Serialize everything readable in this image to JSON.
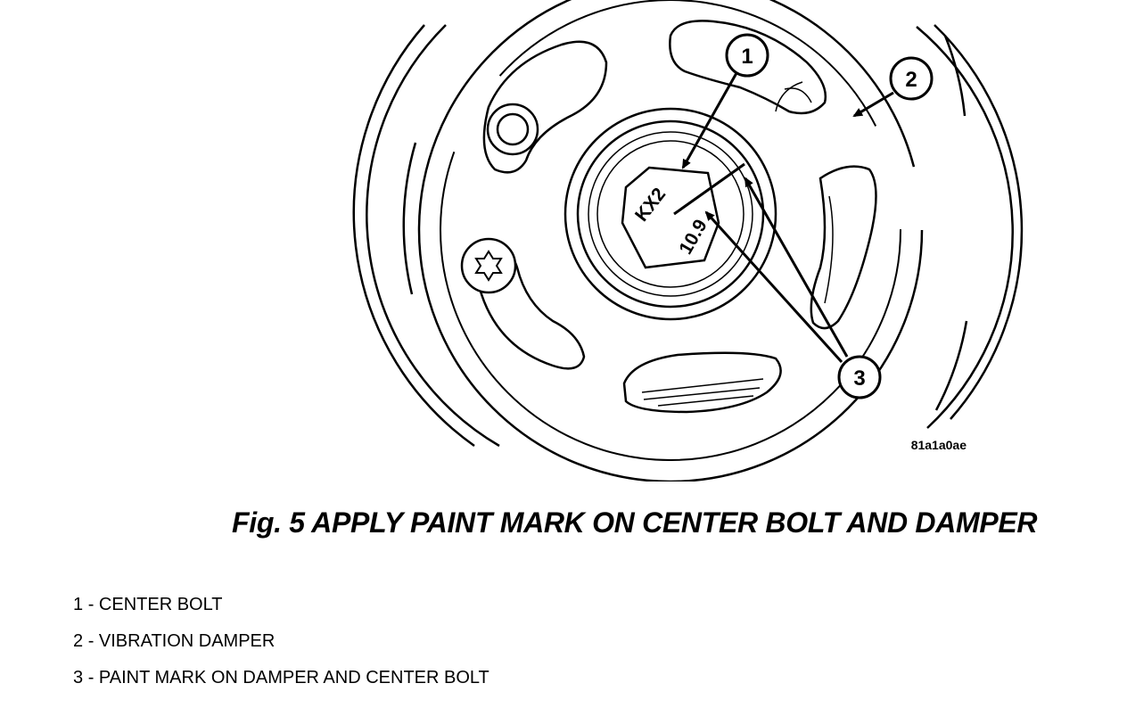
{
  "figure": {
    "id_code": "81a1a0ae",
    "caption": "Fig. 5 APPLY PAINT MARK ON CENTER BOLT AND DAMPER"
  },
  "bolt_markings": {
    "top": "KX2",
    "bottom": "10.9"
  },
  "callouts": [
    {
      "number": "1"
    },
    {
      "number": "2"
    },
    {
      "number": "3"
    }
  ],
  "legend": [
    {
      "number": "1",
      "text": "CENTER BOLT"
    },
    {
      "number": "2",
      "text": "VIBRATION DAMPER"
    },
    {
      "number": "3",
      "text": "PAINT MARK ON DAMPER AND CENTER BOLT"
    }
  ]
}
